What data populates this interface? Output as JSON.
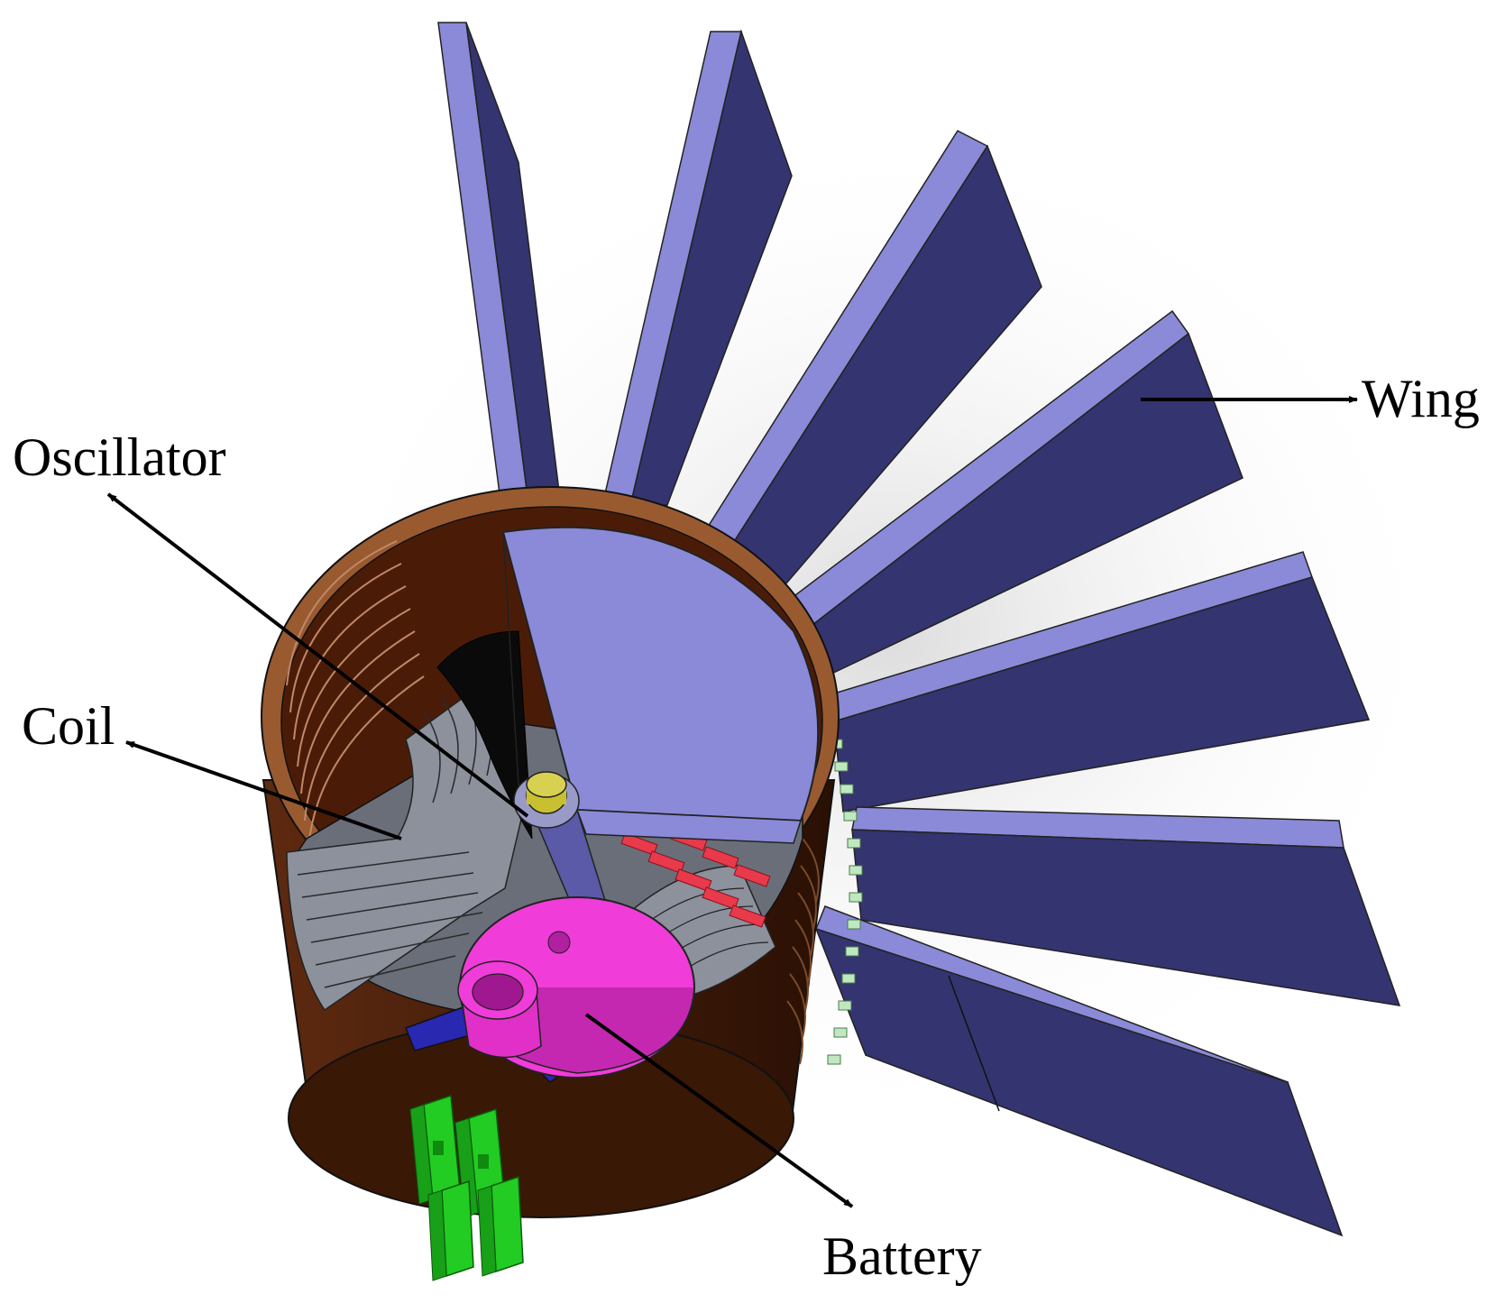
{
  "labels": {
    "wing": "Wing",
    "oscillator": "Oscillator",
    "coil": "Coil",
    "battery": "Battery"
  },
  "colors": {
    "wing_face": "#343470",
    "wing_edge": "#8a8ad8",
    "housing": "#5a260e",
    "housing_rim": "#9a5a30",
    "oscillator_plate": "#8a8ad8",
    "coil": "#8c919c",
    "magnet": "#e83a4a",
    "battery": "#f03cd8",
    "shaft": "#c8c030",
    "connector": "#22cc22",
    "pipe": "#2828b0"
  }
}
